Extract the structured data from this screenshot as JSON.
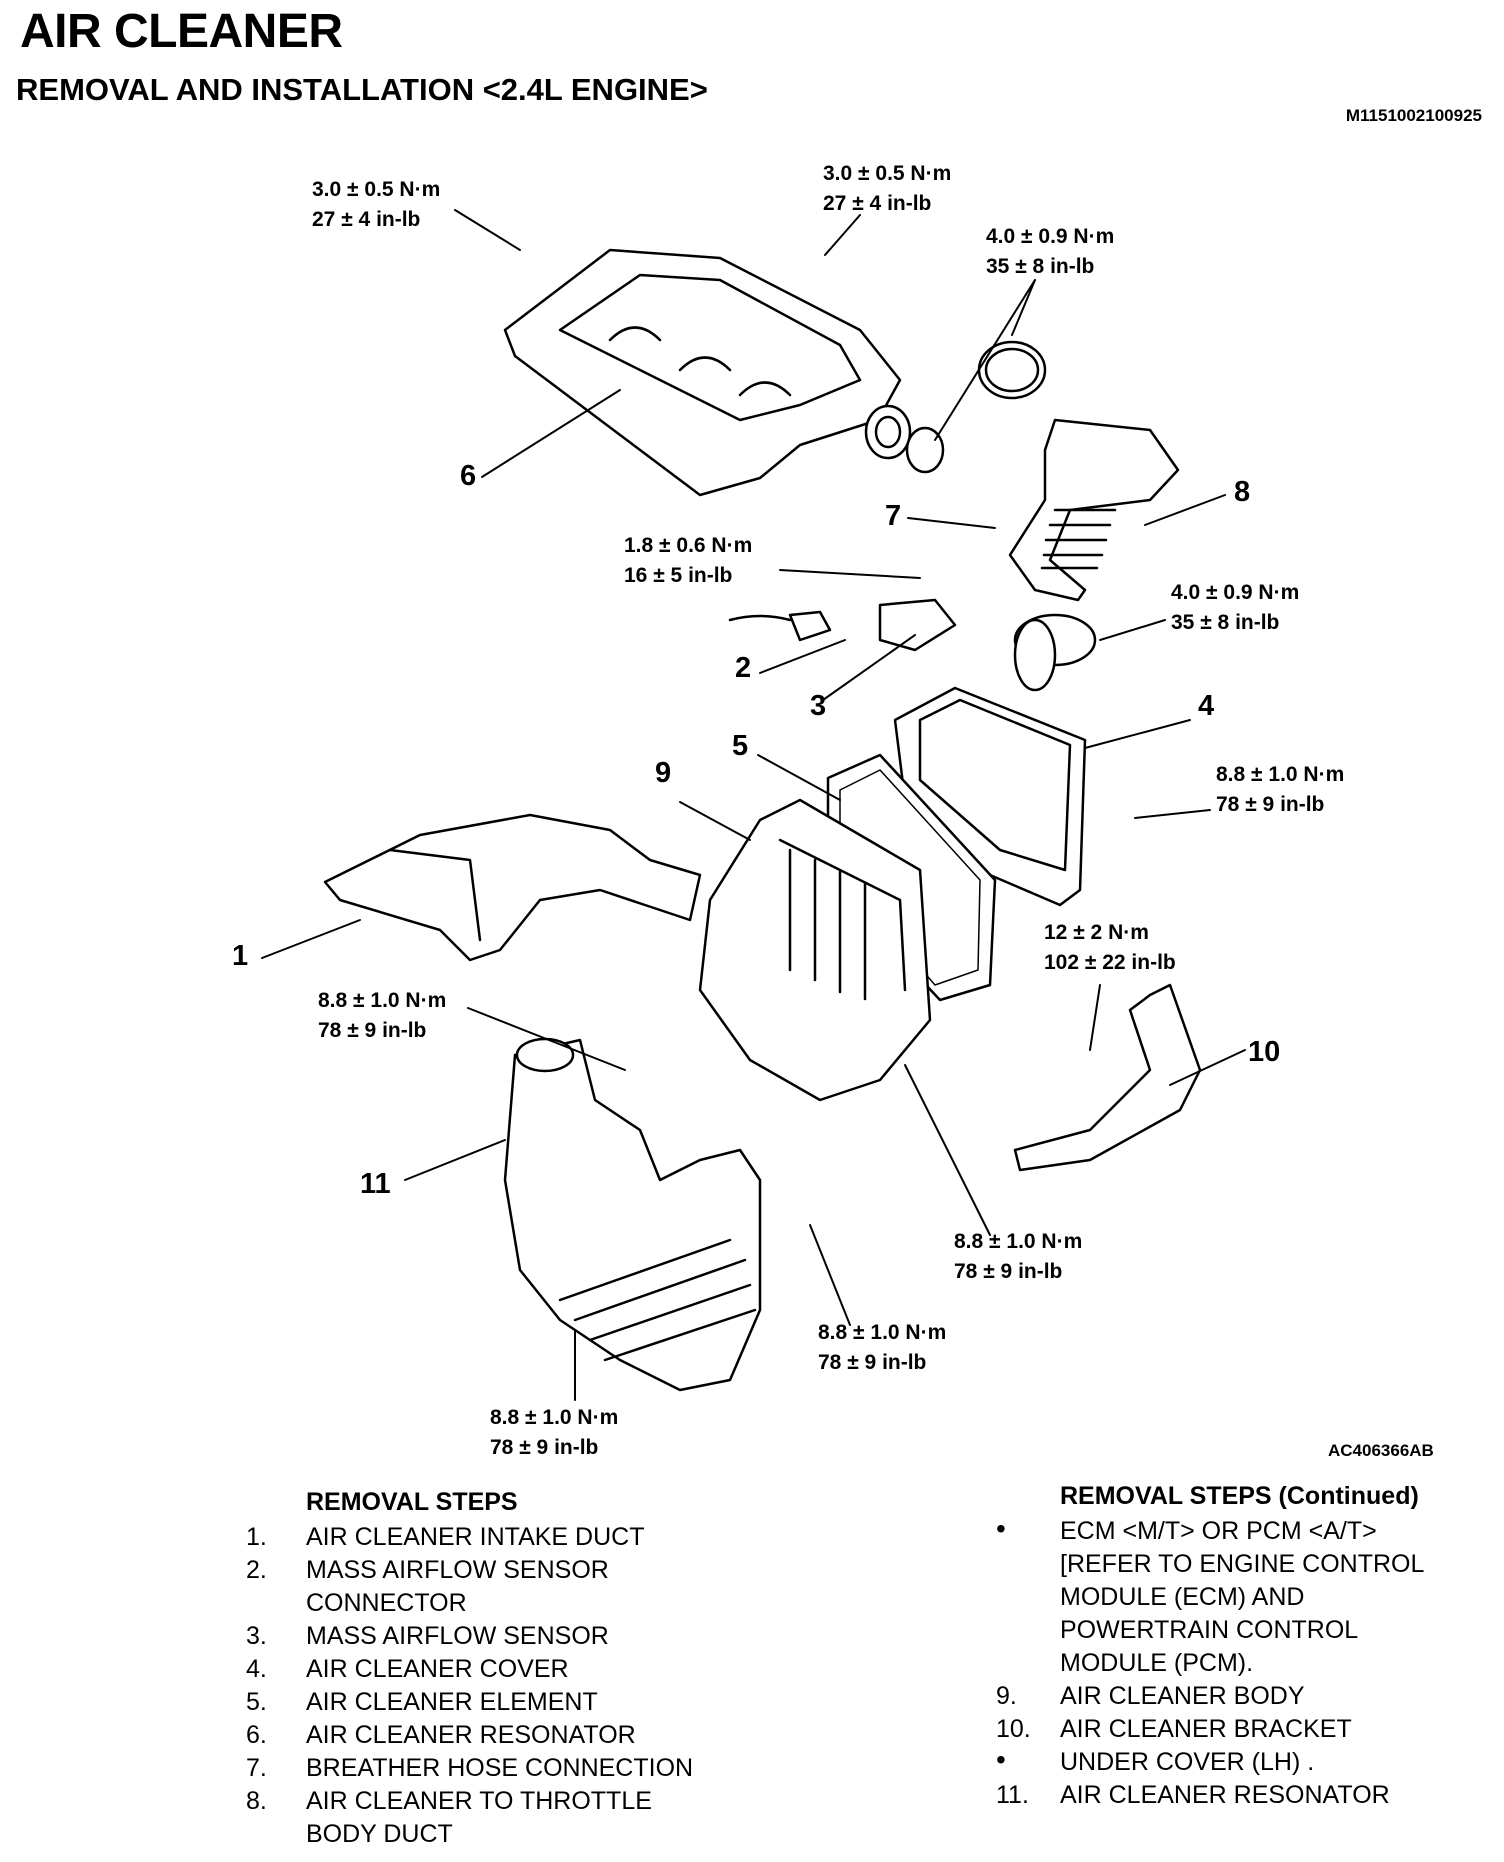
{
  "header": {
    "title": "AIR CLEANER",
    "subtitle": "REMOVAL AND INSTALLATION <2.4L ENGINE>",
    "doc_id": "M1151002100925"
  },
  "figure_id": "AC406366AB",
  "torque_specs": [
    {
      "nm": "3.0 ± 0.5 N·m",
      "inlb": "27 ± 4 in-lb"
    },
    {
      "nm": "3.0 ± 0.5 N·m",
      "inlb": "27 ± 4 in-lb"
    },
    {
      "nm": "4.0 ± 0.9 N·m",
      "inlb": "35 ± 8 in-lb"
    },
    {
      "nm": "1.8 ± 0.6 N·m",
      "inlb": "16 ± 5 in-lb"
    },
    {
      "nm": "4.0 ± 0.9 N·m",
      "inlb": "35 ± 8 in-lb"
    },
    {
      "nm": "8.8 ± 1.0 N·m",
      "inlb": "78 ± 9 in-lb"
    },
    {
      "nm": "12 ± 2 N·m",
      "inlb": "102 ± 22 in-lb"
    },
    {
      "nm": "8.8 ± 1.0 N·m",
      "inlb": "78 ± 9 in-lb"
    },
    {
      "nm": "8.8 ± 1.0 N·m",
      "inlb": "78 ± 9 in-lb"
    },
    {
      "nm": "8.8 ± 1.0 N·m",
      "inlb": "78 ± 9 in-lb"
    },
    {
      "nm": "8.8 ± 1.0 N·m",
      "inlb": "78 ± 9 in-lb"
    }
  ],
  "callouts": [
    "1",
    "2",
    "3",
    "4",
    "5",
    "6",
    "7",
    "8",
    "9",
    "10",
    "11"
  ],
  "removal_steps": {
    "heading": "REMOVAL STEPS",
    "items": [
      {
        "num": "1.",
        "text": "AIR CLEANER INTAKE DUCT"
      },
      {
        "num": "2.",
        "text": "MASS AIRFLOW SENSOR\nCONNECTOR"
      },
      {
        "num": "3.",
        "text": "MASS AIRFLOW SENSOR"
      },
      {
        "num": "4.",
        "text": "AIR CLEANER COVER"
      },
      {
        "num": "5.",
        "text": "AIR CLEANER ELEMENT"
      },
      {
        "num": "6.",
        "text": "AIR CLEANER RESONATOR"
      },
      {
        "num": "7.",
        "text": "BREATHER HOSE CONNECTION"
      },
      {
        "num": "8.",
        "text": "AIR CLEANER TO THROTTLE\nBODY DUCT"
      }
    ]
  },
  "removal_steps_continued": {
    "heading": "REMOVAL STEPS (Continued)",
    "items": [
      {
        "num": "•",
        "text": "ECM <M/T> OR PCM <A/T>\n[REFER TO ENGINE CONTROL\nMODULE (ECM) AND\nPOWERTRAIN CONTROL\nMODULE (PCM)."
      },
      {
        "num": "9.",
        "text": "AIR CLEANER BODY"
      },
      {
        "num": "10.",
        "text": "AIR CLEANER BRACKET"
      },
      {
        "num": "•",
        "text": "UNDER COVER (LH) ."
      },
      {
        "num": "11.",
        "text": "AIR CLEANER RESONATOR"
      }
    ]
  }
}
